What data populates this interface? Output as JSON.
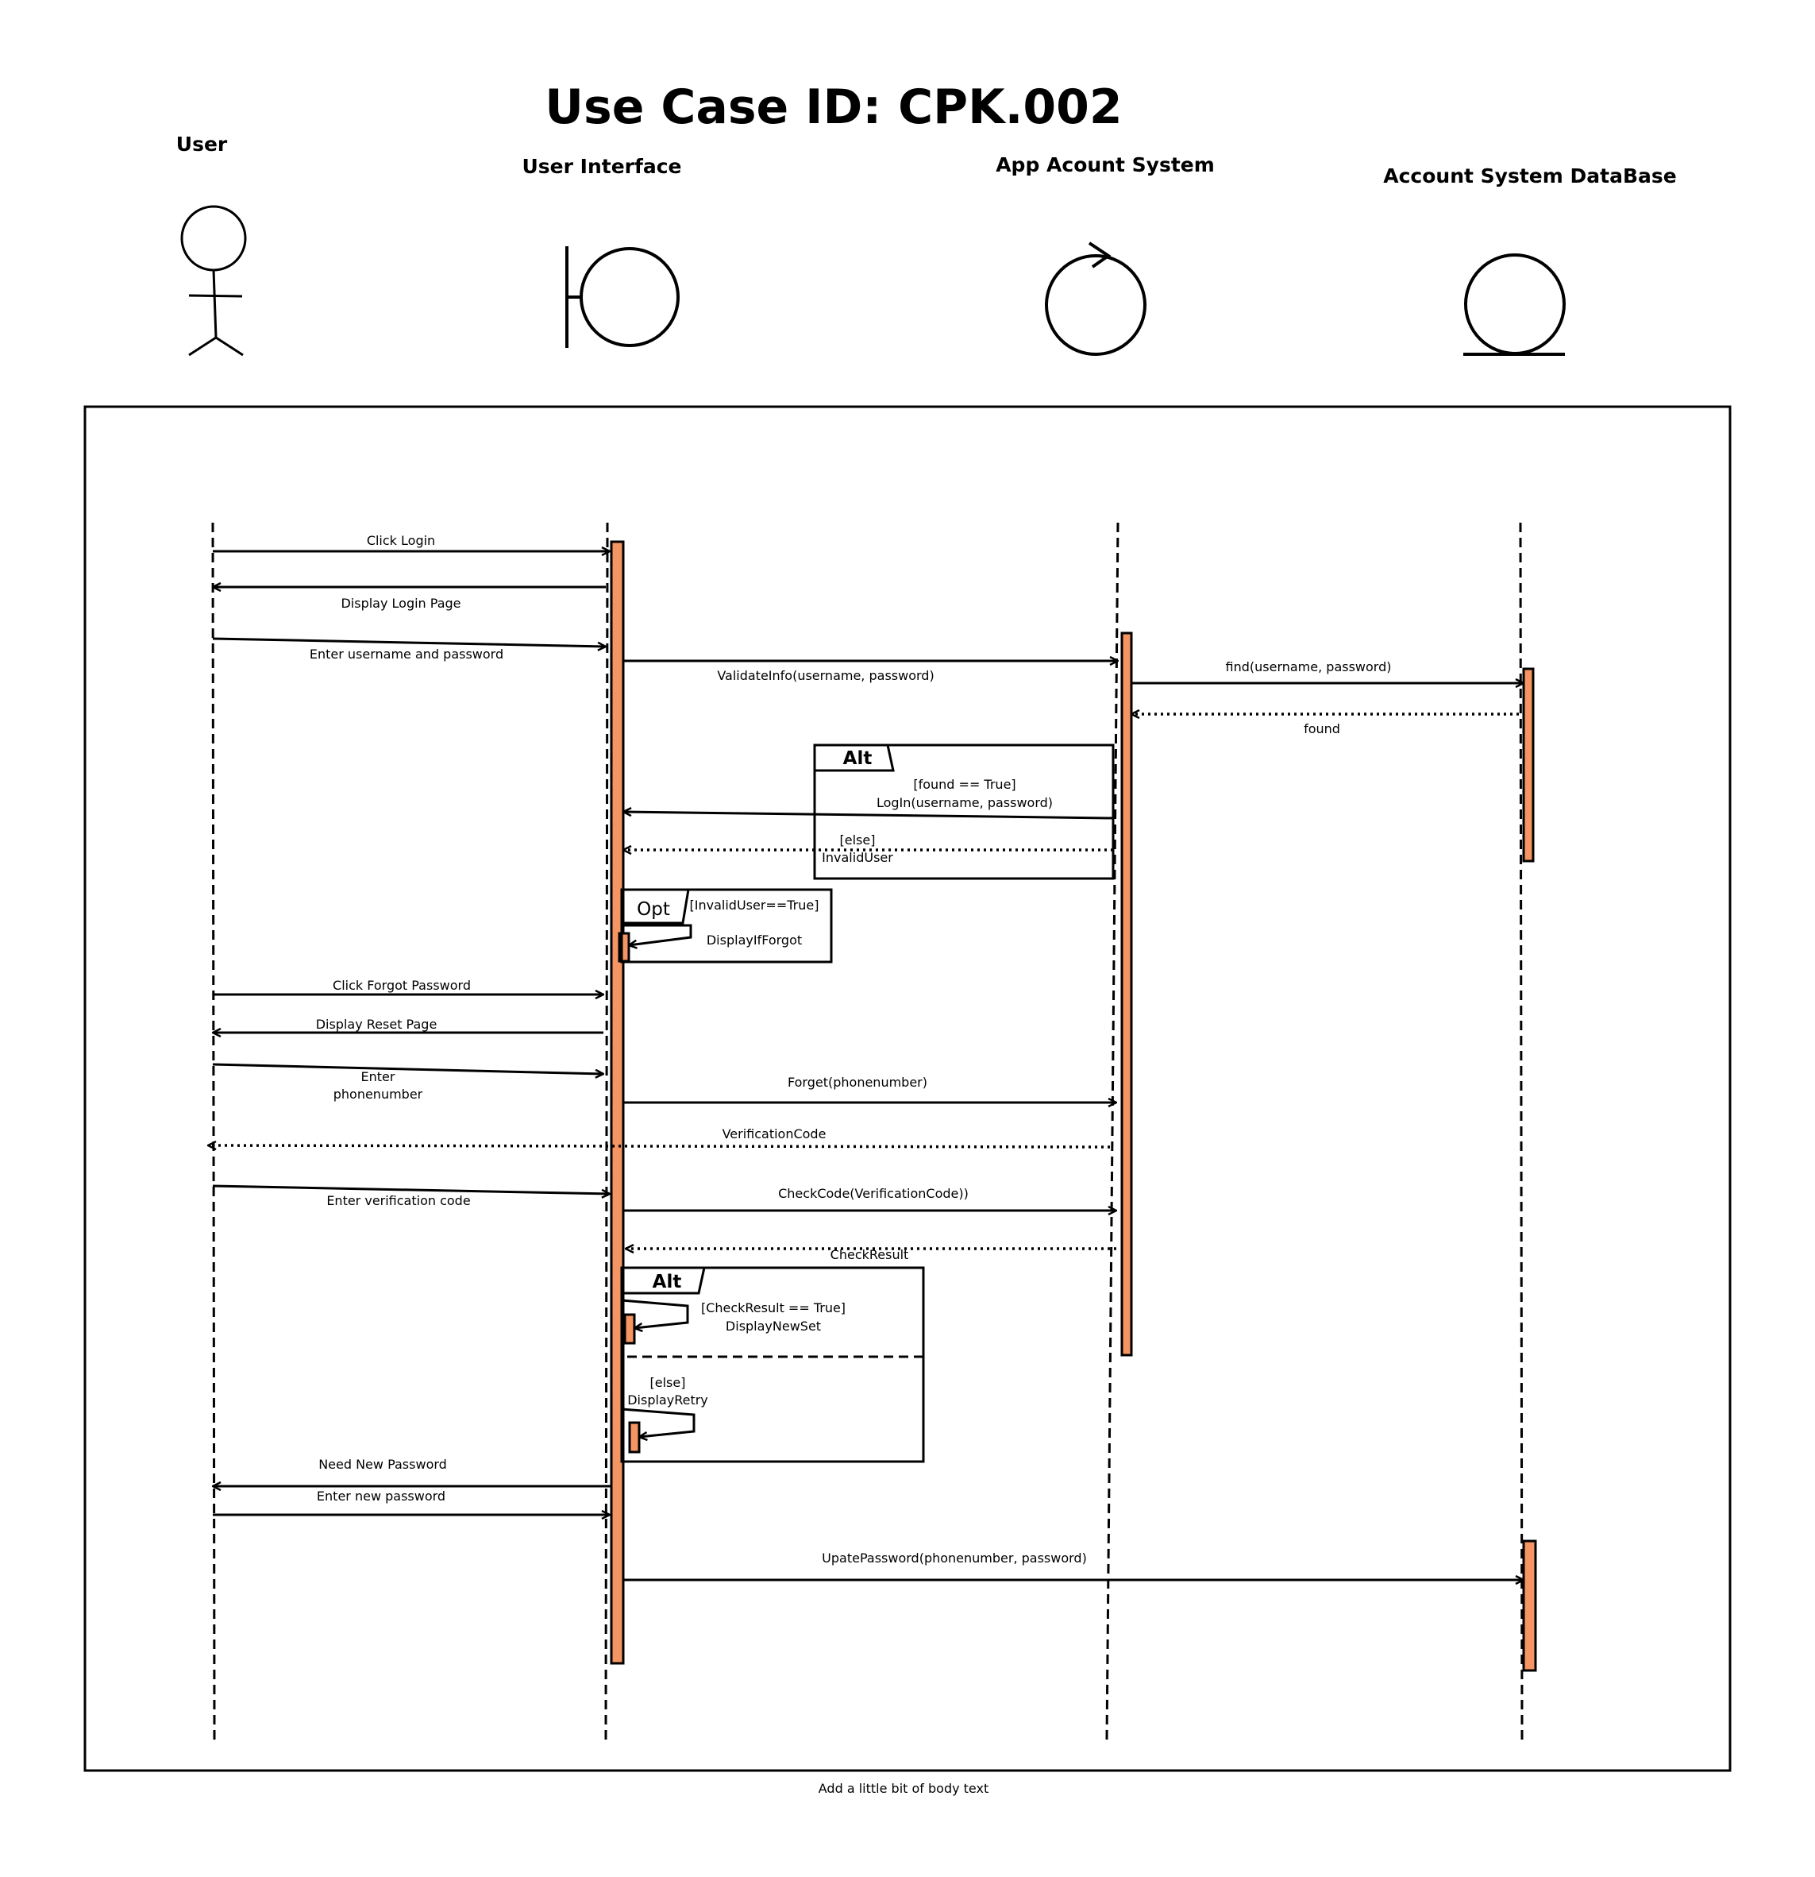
{
  "title": "Use Case ID: CPK.002",
  "actors": {
    "user": "User",
    "ui": "User Interface",
    "system": "App Acount System",
    "db": "Account System DataBase"
  },
  "messages": {
    "m1": "Click Login",
    "m2": "Display Login Page",
    "m3": "Enter username and password",
    "m4": "ValidateInfo(username, password)",
    "m5": "find(username, password)",
    "m6": "found",
    "m7_guard": "[found == True]",
    "m7": "LogIn(username, password)",
    "m8_guard": "[else]",
    "m8": "InvalidUser",
    "opt_guard": "[InvalidUser==True]",
    "m9": "DisplayIfForgot",
    "m10": "Click Forgot Password",
    "m11": "Display Reset Page",
    "m12_line1": "Enter",
    "m12_line2": "phonenumber",
    "m13": "Forget(phonenumber)",
    "m14": "VerificationCode",
    "m15": "Enter verification code",
    "m16": "CheckCode(VerificationCode))",
    "m17": "CheckResult",
    "m18_guard": "[CheckResult == True]",
    "m18": "DisplayNewSet",
    "m19_guard": "[else]",
    "m19": "DisplayRetry",
    "m20": "Need New Password",
    "m21": "Enter new password",
    "m22": "UpatePassword(phonenumber, password)"
  },
  "fragments": {
    "alt1": "Alt",
    "opt": "Opt",
    "alt2": "Alt"
  },
  "caption": "Add a little bit of body text",
  "colors": {
    "activation": "#f59563",
    "line": "#000000"
  }
}
